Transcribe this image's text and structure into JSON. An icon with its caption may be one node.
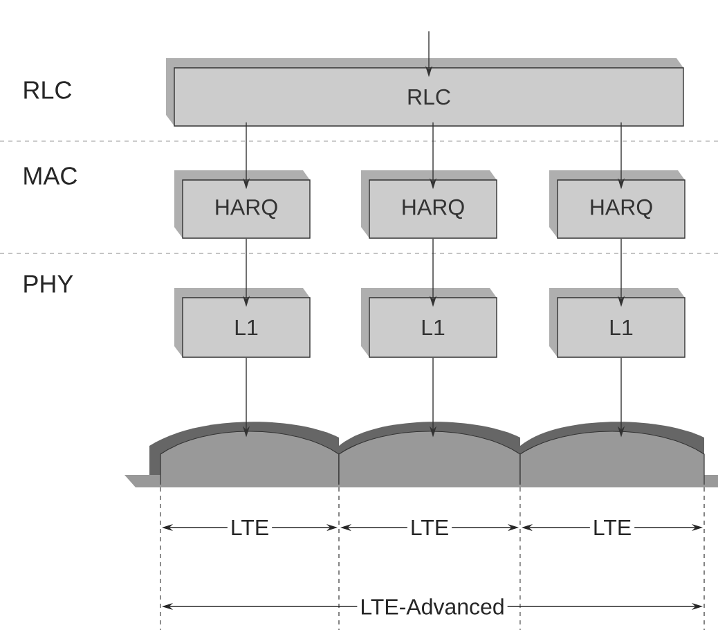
{
  "diagram": {
    "nodes": [
      {
        "text": [
          "RLC"
        ]
      },
      {
        "text": [
          "HARQ"
        ]
      },
      {
        "text": [
          "HARQ"
        ]
      },
      {
        "text": [
          "HARQ"
        ]
      },
      {
        "text": [
          "L1"
        ]
      },
      {
        "text": [
          "L1"
        ]
      },
      {
        "text": [
          "L1"
        ]
      },
      {
        "text": [],
        "shape": "arc"
      },
      {
        "text": [],
        "shape": "arc"
      },
      {
        "text": [],
        "shape": "arc"
      }
    ],
    "edges": [
      {
        "from": null,
        "to": 0,
        "arrow": "to"
      },
      {
        "from": 0,
        "to": 1,
        "arrow": "to"
      },
      {
        "from": 0,
        "to": 2,
        "arrow": "to"
      },
      {
        "from": 0,
        "to": 3,
        "arrow": "to"
      },
      {
        "from": 1,
        "to": 4,
        "arrow": "to"
      },
      {
        "from": 2,
        "to": 5,
        "arrow": "to"
      },
      {
        "from": 3,
        "to": 6,
        "arrow": "to"
      },
      {
        "from": 4,
        "to": 7,
        "arrow": "to"
      },
      {
        "from": 5,
        "to": 8,
        "arrow": "to"
      },
      {
        "from": 6,
        "to": 9,
        "arrow": "to"
      }
    ],
    "labels": [
      "RLC",
      "MAC",
      "PHY",
      "LTE",
      "LTE",
      "LTE",
      "LTE-Advanced"
    ]
  }
}
